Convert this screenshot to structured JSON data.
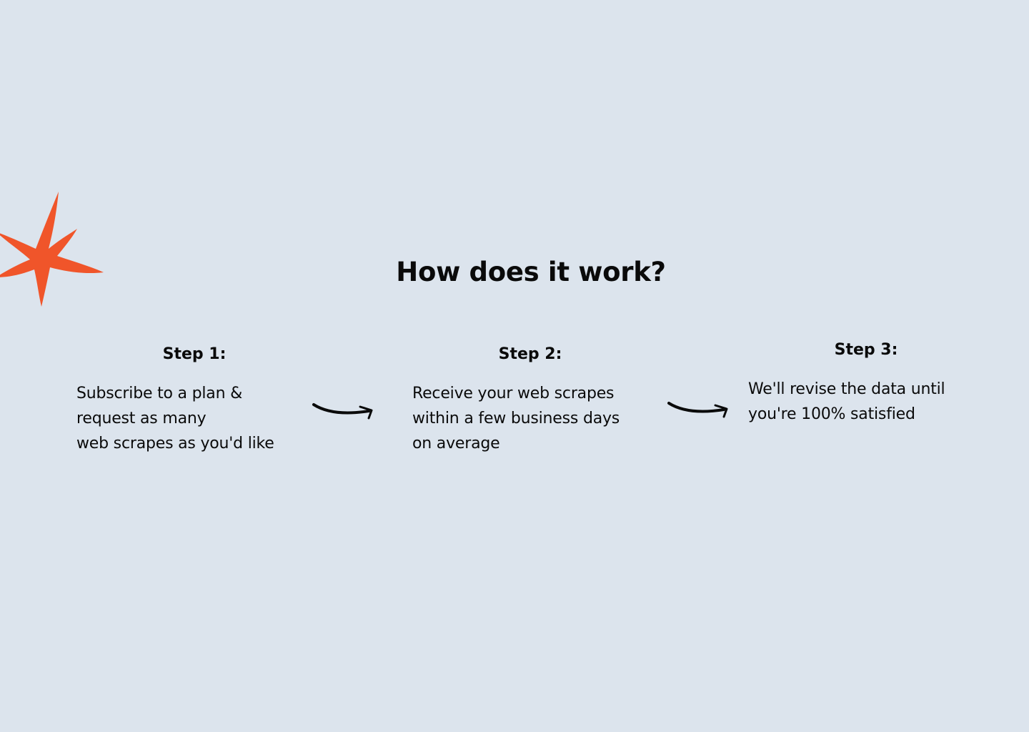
{
  "heading": "How does it work?",
  "colors": {
    "background": "#dce4ed",
    "accent": "#f0552a",
    "text": "#0a0a0a"
  },
  "decoration": {
    "star_icon": "star-burst-icon",
    "arrow_icon": "curved-arrow-right-icon"
  },
  "steps": [
    {
      "title": "Step 1:",
      "body": "Subscribe to a plan &\nrequest as many\nweb scrapes as you'd like"
    },
    {
      "title": "Step 2:",
      "body": "Receive your web scrapes\nwithin a few business days\non average"
    },
    {
      "title": "Step 3:",
      "body": "We'll revise the data until\nyou're 100% satisfied"
    }
  ]
}
